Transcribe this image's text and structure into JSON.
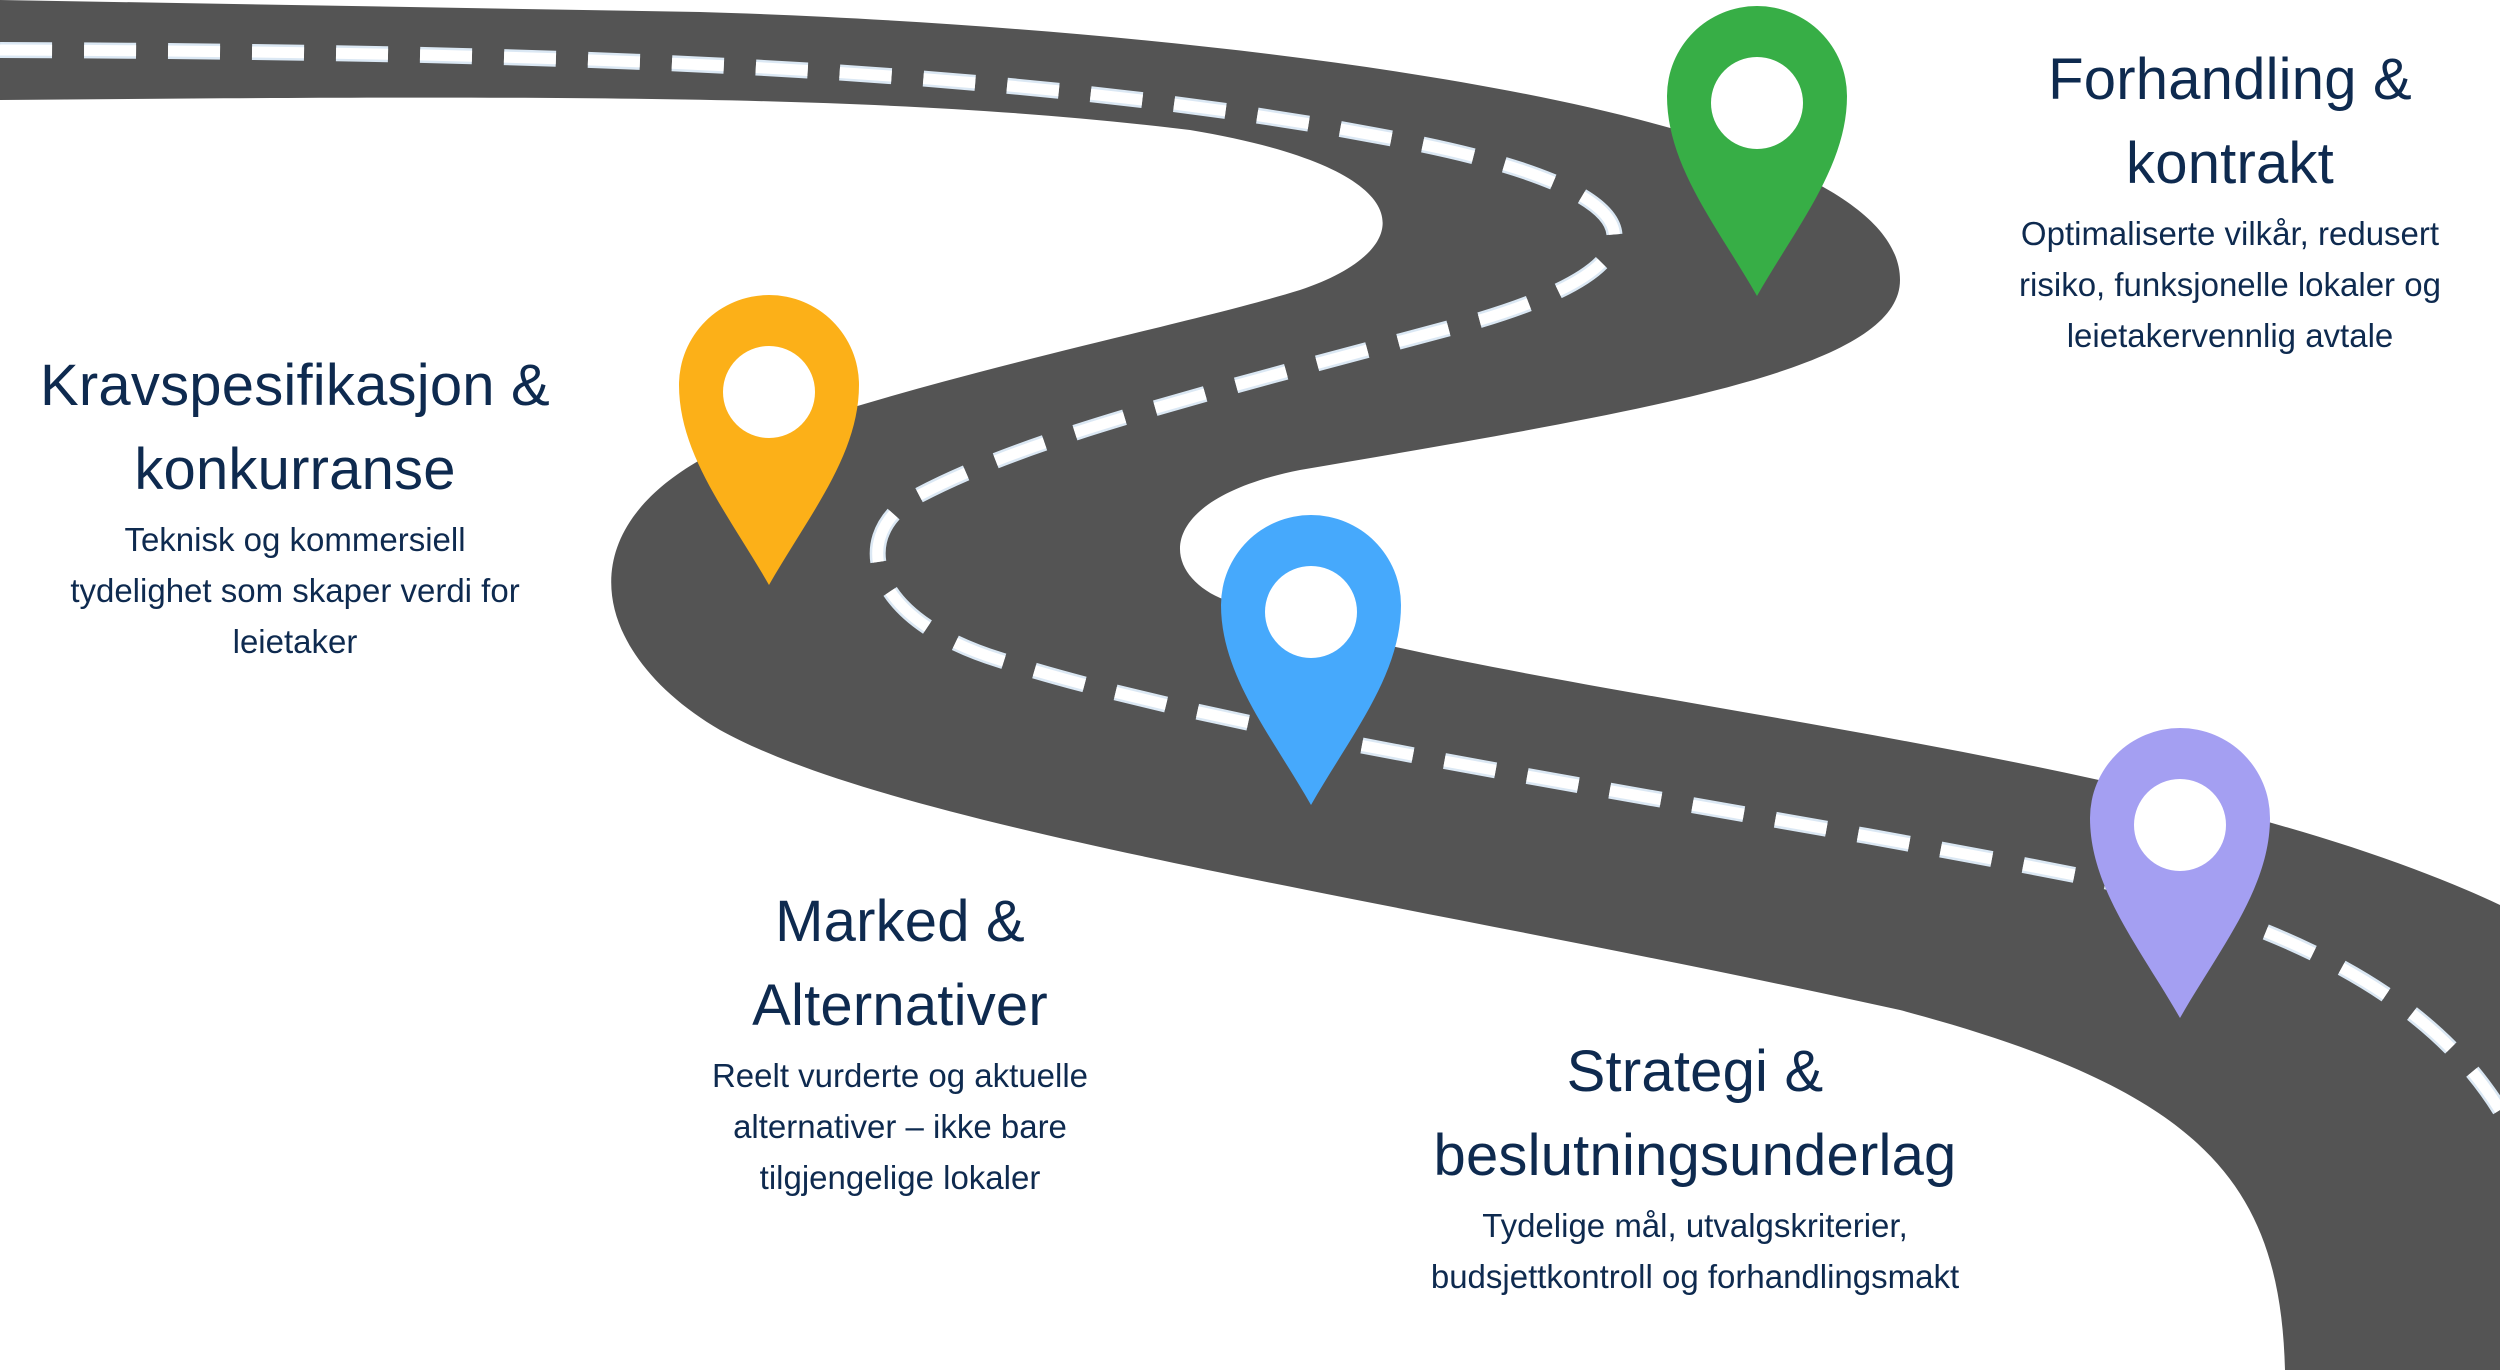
{
  "colors": {
    "road": "#545454",
    "road_dash": "#ffffff",
    "road_dash_edge": "#dbe8f4",
    "text": "#0e2a4f",
    "pin_hole": "#ffffff"
  },
  "stages": [
    {
      "id": "kravspesifikasjon",
      "title_line1": "Kravspesifikasjon &",
      "title_line2": "konkurranse",
      "desc_line1": "Teknisk og kommersiell",
      "desc_line2": "tydelighet som skaper verdi for",
      "desc_line3": "leietaker",
      "pin_color": "#fcb018",
      "pin_icon": "location-pin-icon"
    },
    {
      "id": "marked",
      "title_line1": "Marked &",
      "title_line2": "Alternativer",
      "desc_line1": "Reelt vurderte og aktuelle",
      "desc_line2": "alternativer – ikke bare",
      "desc_line3": "tilgjengelige lokaler",
      "pin_color": "#46a9fc",
      "pin_icon": "location-pin-icon"
    },
    {
      "id": "strategi",
      "title_line1": "Strategi &",
      "title_line2": "beslutningsunderlag",
      "desc_line1": "Tydelige mål, utvalgskriterier,",
      "desc_line2": "budsjettkontroll og forhandlingsmakt",
      "pin_color": "#a49ff2",
      "pin_icon": "location-pin-icon"
    },
    {
      "id": "forhandling",
      "title_line1": "Forhandling &",
      "title_line2": "kontrakt",
      "desc_line1": "Optimaliserte vilkår, redusert",
      "desc_line2": "risiko, funksjonelle lokaler og",
      "desc_line3": "leietakervennlig avtale",
      "pin_color": "#37ae46",
      "pin_icon": "location-pin-icon"
    }
  ]
}
